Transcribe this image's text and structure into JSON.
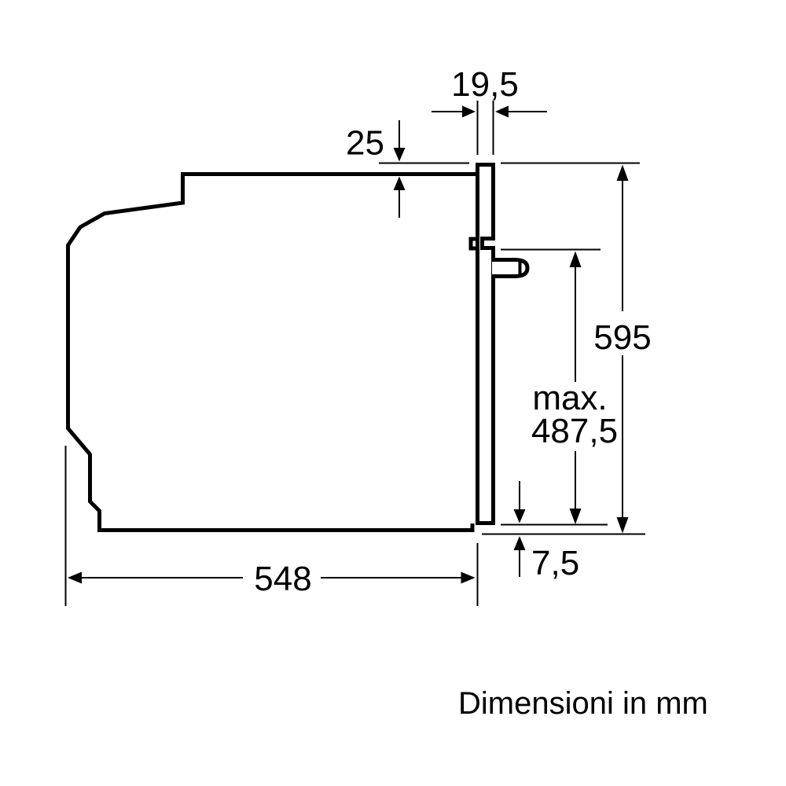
{
  "diagram": {
    "caption": "Dimensioni in mm",
    "units": "mm",
    "line_color": "#000000",
    "background_color": "#ffffff",
    "subject": "built-in oven side profile with installation dimensions",
    "labels": {
      "door_protrusion": "19,5",
      "top_gap": "25",
      "appliance_height": "595",
      "max_label": "max.",
      "max_value": "487,5",
      "bottom_gap": "7,5",
      "appliance_depth": "548"
    }
  }
}
